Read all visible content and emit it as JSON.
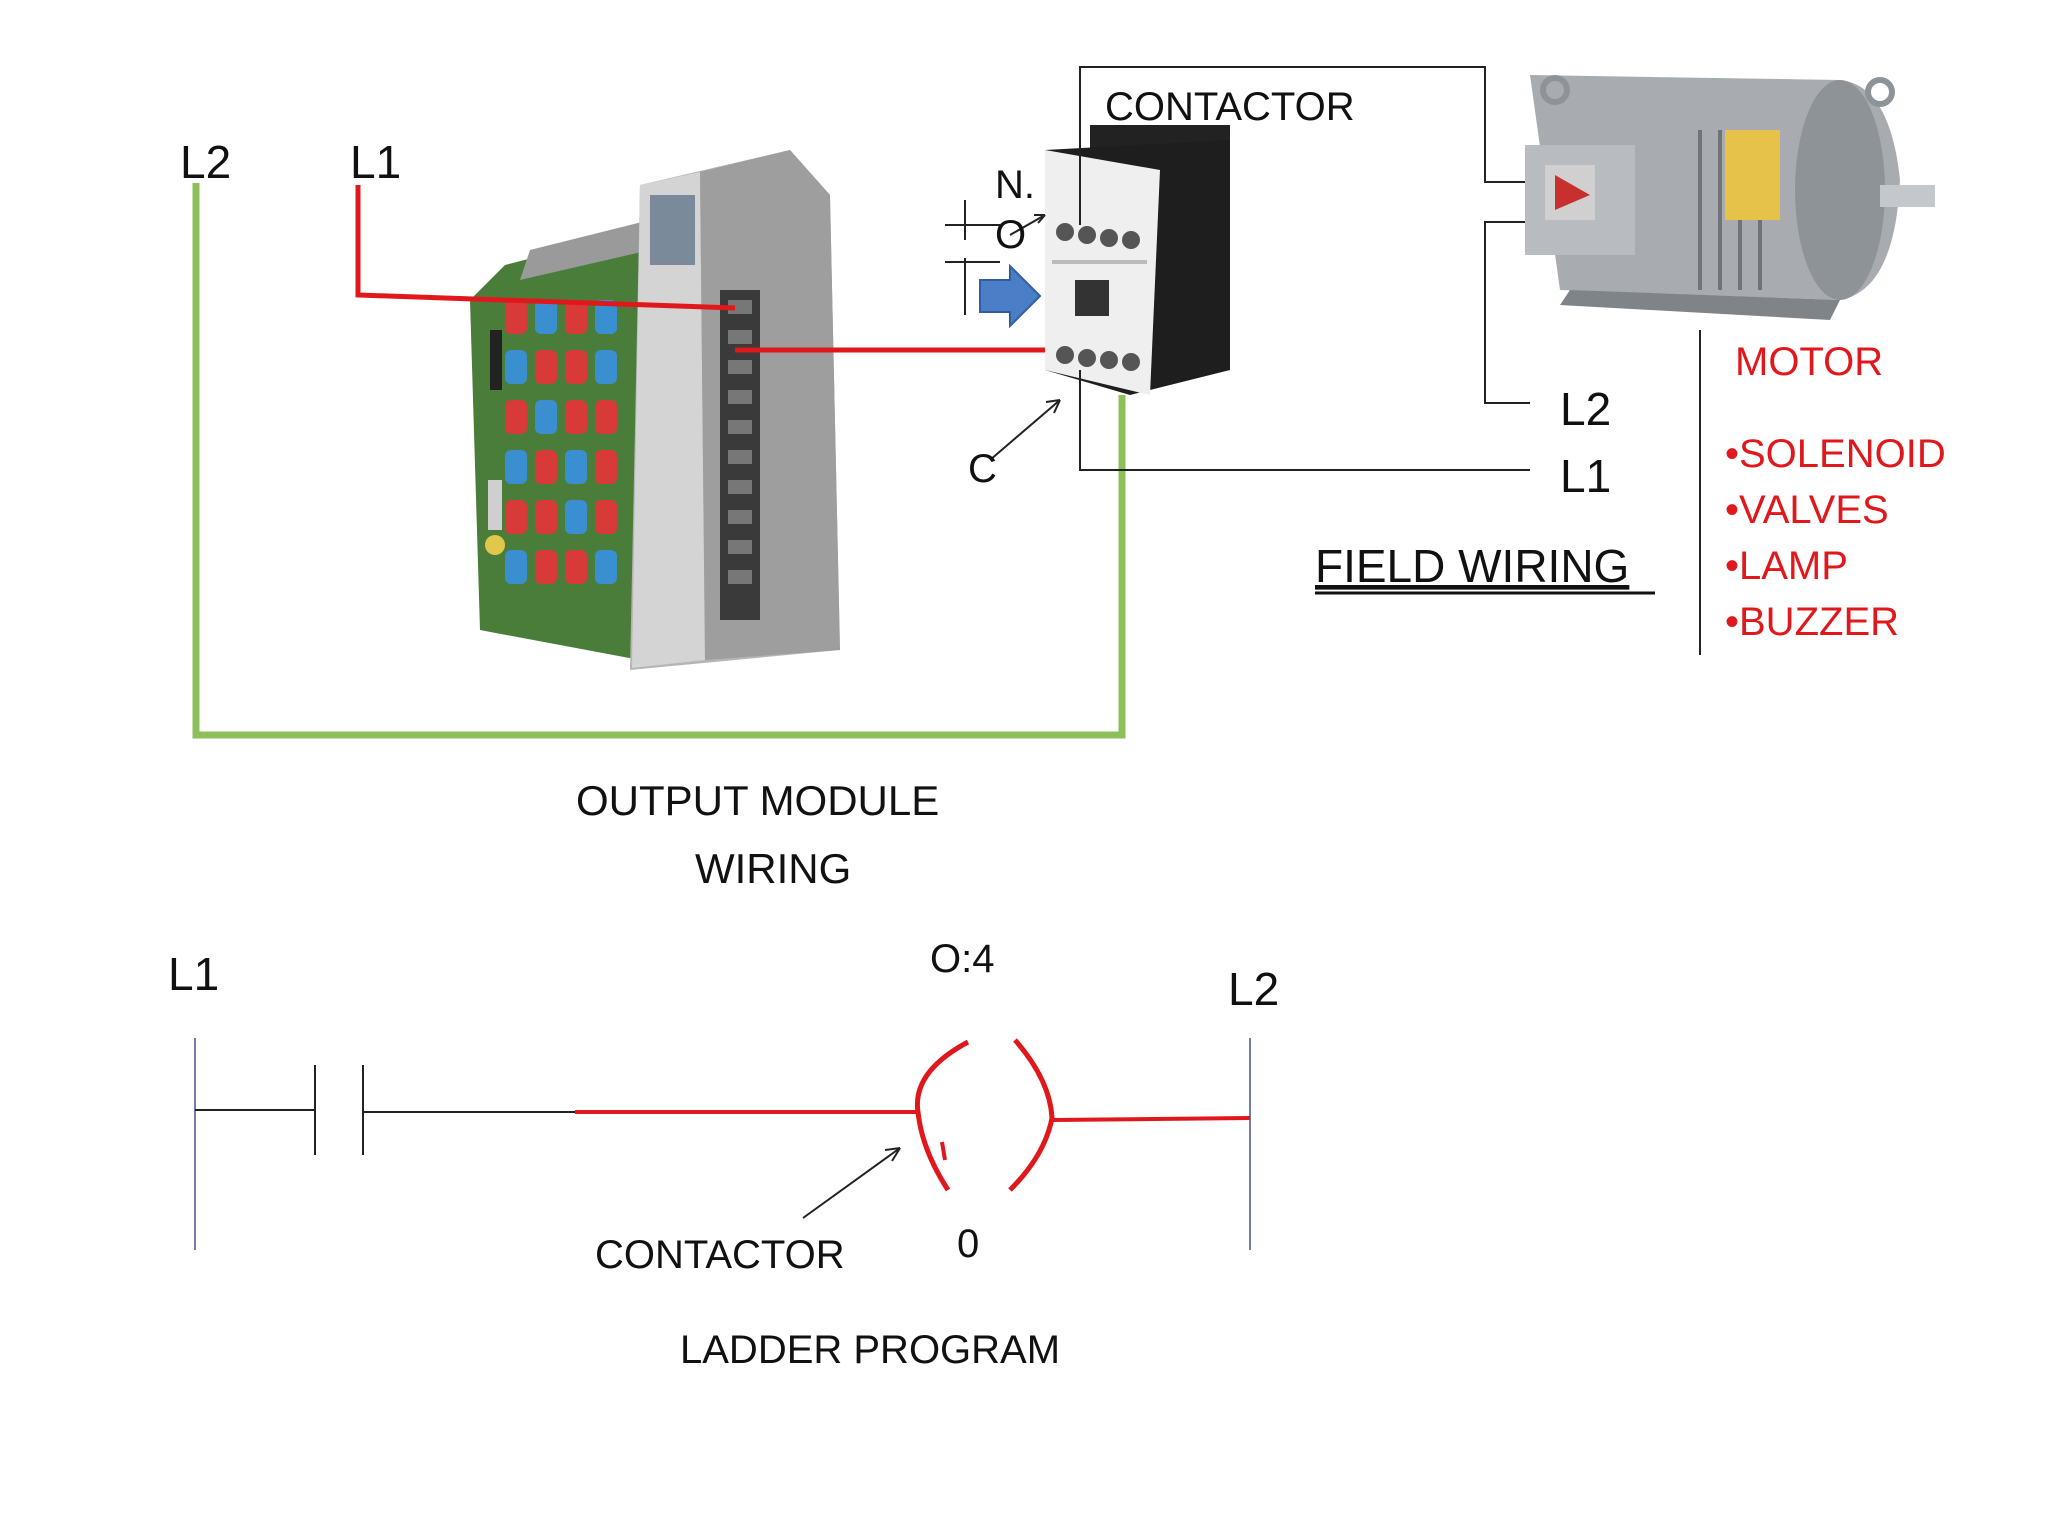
{
  "output_module": {
    "rail_left_label": "L2",
    "rail_right_label": "L1",
    "caption_line1": "OUTPUT MODULE",
    "caption_line2": "WIRING"
  },
  "contactor": {
    "title": "CONTACTOR",
    "no_label_n": "N.",
    "no_label_o": "O",
    "c_label": "C"
  },
  "field": {
    "l2_label": "L2",
    "l1_label": "L1",
    "caption": "FIELD  WIRING",
    "loads_heading": "MOTOR",
    "loads": [
      "•SOLENOID",
      "•VALVES",
      "•LAMP",
      "•BUZZER"
    ]
  },
  "ladder": {
    "left_rail_label": "L1",
    "right_rail_label": "L2",
    "coil_address": "O:4",
    "coil_bit": "0",
    "contact_label": "CONTACTOR",
    "caption": "LADDER PROGRAM"
  },
  "colors": {
    "wire_red": "#e0181b",
    "wire_green": "#8dc05a",
    "arrow_blue": "#4a7fc8",
    "rail_line": "#7a7aa8"
  },
  "icons": [
    "plc-output-module-picture",
    "contactor-picture",
    "motor-picture",
    "blue-arrow-icon"
  ]
}
